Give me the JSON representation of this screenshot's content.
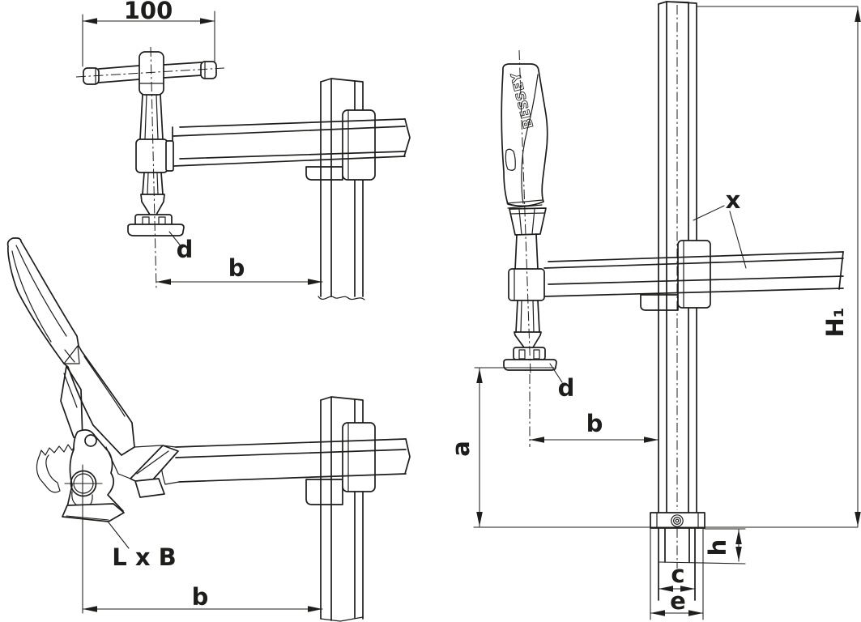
{
  "colors": {
    "line_color": "#1d1d1b",
    "background": "#ffffff"
  },
  "figures": {
    "t_handle_variant": {
      "handle_length_dim": "100",
      "pad_diameter_label": "d",
      "reach_label": "b"
    },
    "lever_variant": {
      "plate_size_label": "L x B",
      "reach_label": "b"
    },
    "screw_variant": {
      "brand": "BESSEY",
      "profile_label": "x",
      "total_height_label": "H₁",
      "clearance_label": "a",
      "reach_label": "b",
      "pad_diameter_label": "d",
      "insertion_depth_label": "h",
      "profile_inner_width_label": "c",
      "profile_outer_width_label": "e"
    }
  }
}
